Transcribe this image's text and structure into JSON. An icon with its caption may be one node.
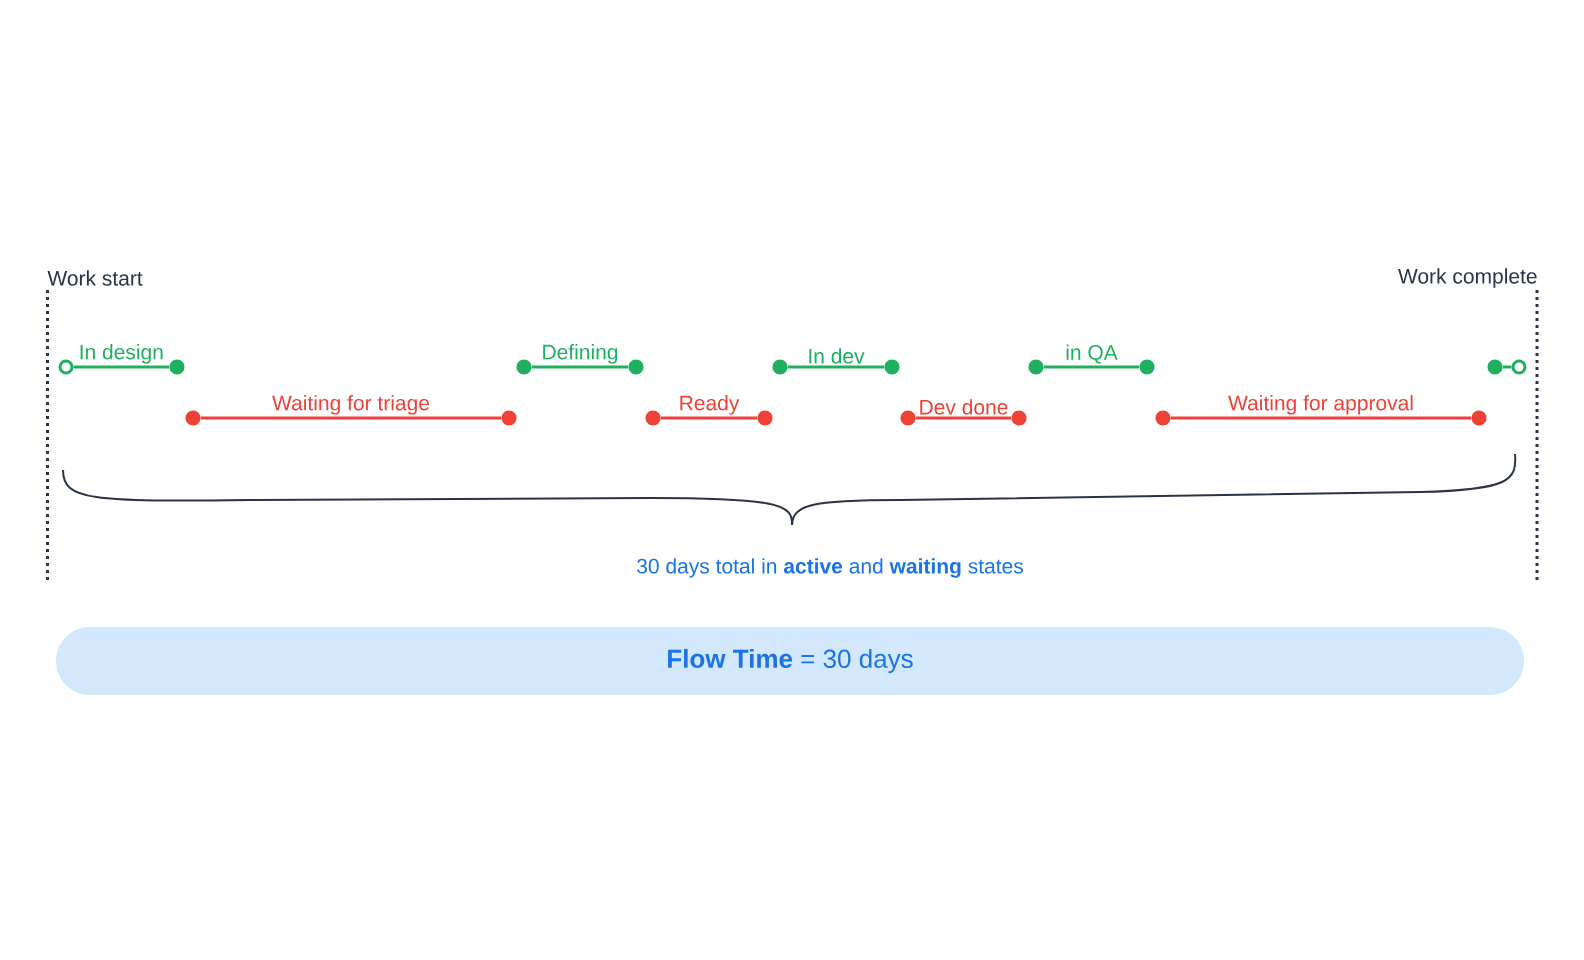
{
  "diagram": {
    "nodes": [
      {
        "text": [],
        "shape": "ring"
      },
      {
        "text": [],
        "shape": "circle"
      },
      {
        "text": [],
        "shape": "circle"
      },
      {
        "text": [],
        "shape": "circle"
      },
      {
        "text": [],
        "shape": "circle"
      },
      {
        "text": [],
        "shape": "circle"
      },
      {
        "text": [],
        "shape": "circle"
      },
      {
        "text": [],
        "shape": "circle"
      },
      {
        "text": [],
        "shape": "circle"
      },
      {
        "text": [],
        "shape": "circle"
      },
      {
        "text": [],
        "shape": "circle"
      },
      {
        "text": [],
        "shape": "circle"
      },
      {
        "text": [],
        "shape": "circle"
      },
      {
        "text": [],
        "shape": "circle"
      },
      {
        "text": [],
        "shape": "circle"
      },
      {
        "text": [],
        "shape": "circle"
      },
      {
        "text": [],
        "shape": "circle"
      },
      {
        "text": [],
        "shape": "ring"
      },
      {
        "text": [
          "**Flow Time** = 30 days"
        ]
      }
    ],
    "edges": [
      {
        "from": 0,
        "to": 1,
        "arrow": "none",
        "label": "In design"
      },
      {
        "from": 2,
        "to": 3,
        "arrow": "none",
        "label": "Waiting for triage",
        "color": "#ef4136"
      },
      {
        "from": 4,
        "to": 5,
        "arrow": "none",
        "label": "Defining"
      },
      {
        "from": 6,
        "to": 7,
        "arrow": "none",
        "label": "Ready",
        "color": "#ef4136"
      },
      {
        "from": 8,
        "to": 9,
        "arrow": "none",
        "label": "In dev"
      },
      {
        "from": 10,
        "to": 11,
        "arrow": "none",
        "label": "Dev done",
        "color": "#ef4136"
      },
      {
        "from": 12,
        "to": 13,
        "arrow": "none",
        "label": "in QA"
      },
      {
        "from": 14,
        "to": 15,
        "arrow": "none",
        "label": "Waiting for approval",
        "color": "#ef4136"
      },
      {
        "from": 16,
        "to": 17,
        "arrow": "none"
      }
    ],
    "labels": [
      "Work start",
      "Work complete",
      "30 days total in **active** and **waiting** states"
    ]
  }
}
